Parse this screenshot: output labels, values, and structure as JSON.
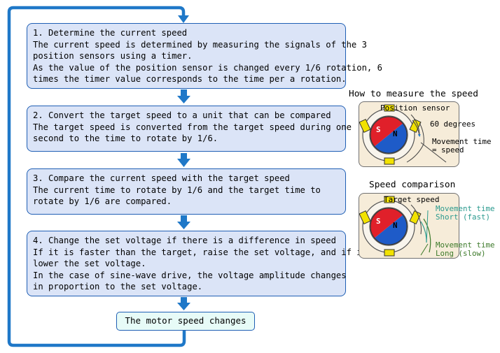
{
  "steps": [
    {
      "lines": [
        "1. Determine the current speed",
        "The current speed is determined by measuring the signals of the  3",
        "position sensors using a timer.",
        "As the value of the position sensor is changed every 1/6 rotation, 6",
        "times the timer value corresponds to the time per a rotation."
      ]
    },
    {
      "lines": [
        "2. Convert the target speed to a unit that can be compared",
        "The target speed is converted from the target speed during one",
        "second to the time to rotate by 1/6."
      ]
    },
    {
      "lines": [
        "3. Compare the current speed with the target speed",
        "The current time to rotate by 1/6 and the target time to",
        "rotate by 1/6 are compared."
      ]
    },
    {
      "lines": [
        "4. Change the set voltage if there is a difference in speed",
        "If it is faster than the target, raise the set voltage, and if it is slower,",
        "lower the set voltage.",
        "In the case of sine-wave drive, the voltage amplitude changes",
        "in proportion to the set voltage."
      ]
    }
  ],
  "result": "The motor speed changes",
  "measure": {
    "title": "How to measure the speed",
    "sensor_label": "Position sensor",
    "angle_label": "60 degrees",
    "time_label_1": "Movement time",
    "time_label_2": "= speed",
    "pole_s": "S",
    "pole_n": "N"
  },
  "compare": {
    "title": "Speed comparison",
    "target_label": "Target speed",
    "short_label_1": "Movement time",
    "short_label_2": "Short (fast)",
    "long_label_1": "Movement time",
    "long_label_2": "Long (slow)",
    "pole_s": "S",
    "pole_n": "N"
  },
  "colors": {
    "box_fill": "#dbe4f7",
    "box_border": "#1f5fb4",
    "arrow": "#1f78c8",
    "loop_line": "#1f78c8",
    "result_fill": "#e7fbf7",
    "panel_fill": "#f6ecd9",
    "sensor_fill": "#f2e200",
    "rotor_red": "#e0202a",
    "rotor_blue": "#1e5bc8",
    "teal_text": "#2a9a8e",
    "green_text": "#3d7a2a"
  }
}
